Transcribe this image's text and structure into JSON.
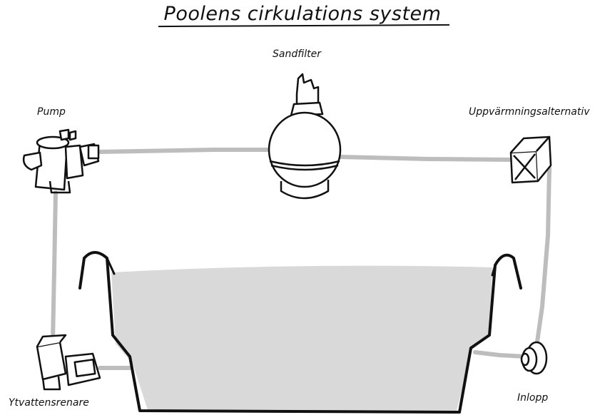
{
  "title": "Poolens cirkulations system",
  "components": {
    "sandfilter": "Sandfilter",
    "pump": "Pump",
    "heating": "Uppvärmningsalternativ",
    "skimmer": "Ytvattensrenare",
    "inlet": "Inlopp"
  },
  "colors": {
    "pipe": "#bdbdbd",
    "water": "#d9d9d9",
    "ink": "#111111"
  }
}
